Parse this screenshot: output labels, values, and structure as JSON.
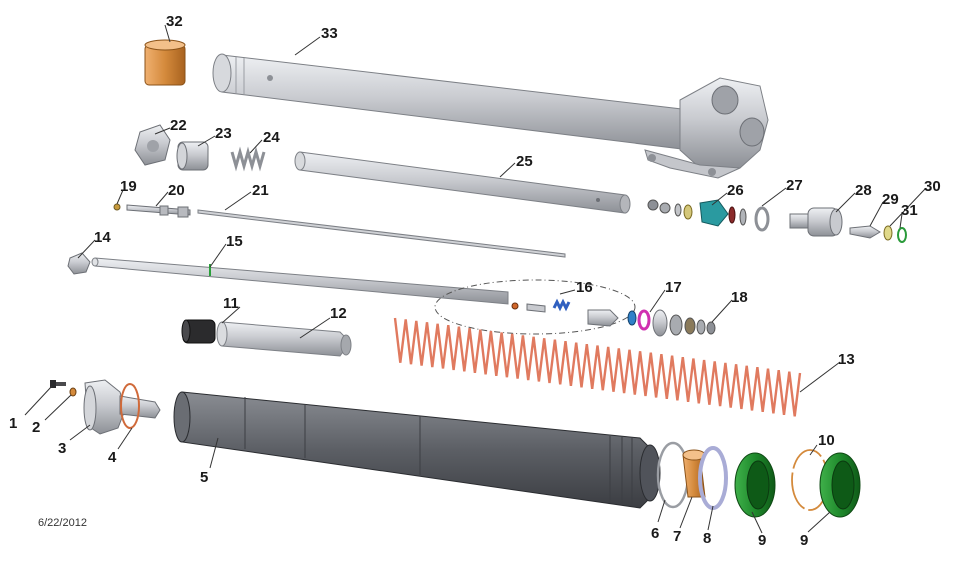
{
  "date_stamp": "6/22/2012",
  "part_numbers": [
    "1",
    "2",
    "3",
    "4",
    "5",
    "6",
    "7",
    "8",
    "9",
    "9",
    "10",
    "11",
    "12",
    "13",
    "14",
    "15",
    "16",
    "17",
    "18",
    "19",
    "20",
    "21",
    "22",
    "23",
    "24",
    "25",
    "26",
    "27",
    "28",
    "29",
    "30",
    "31",
    "32",
    "33"
  ],
  "colors": {
    "steel": "#c8c9cd",
    "dark_tube": "#5a5c62",
    "bushing": "#d48a3c",
    "spring": "#e07a5f",
    "seal": "#1f8a2c",
    "teal": "#2a9aa0"
  }
}
